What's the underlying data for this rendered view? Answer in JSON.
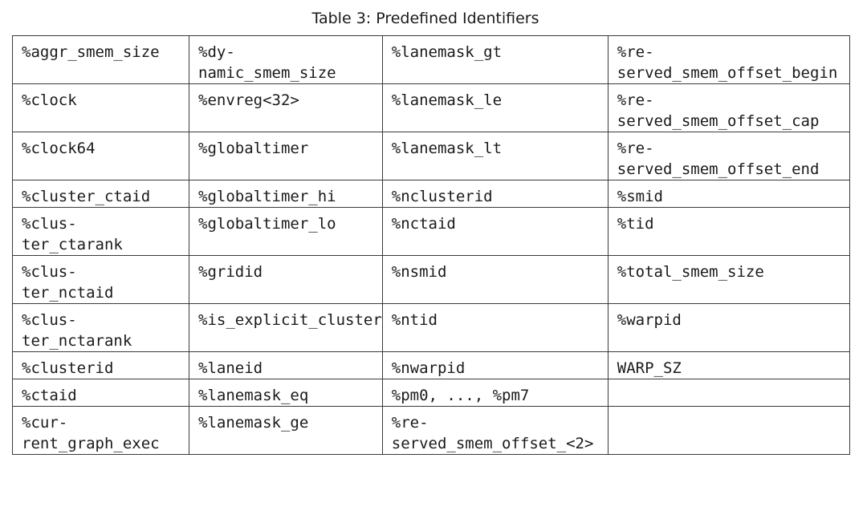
{
  "caption": "Table 3: Predefined Identifiers",
  "rows": [
    [
      "%aggr_smem_size",
      "%dy-\nnamic_smem_size",
      "%lanemask_gt",
      "%re-\nserved_smem_offset_begin"
    ],
    [
      "%clock",
      "%envreg<32>",
      "%lanemask_le",
      "%re-\nserved_smem_offset_cap"
    ],
    [
      "%clock64",
      "%globaltimer",
      "%lanemask_lt",
      "%re-\nserved_smem_offset_end"
    ],
    [
      "%cluster_ctaid",
      "%globaltimer_hi",
      "%nclusterid",
      "%smid"
    ],
    [
      "%clus-\nter_ctarank",
      "%globaltimer_lo",
      "%nctaid",
      "%tid"
    ],
    [
      "%clus-\nter_nctaid",
      "%gridid",
      "%nsmid",
      "%total_smem_size"
    ],
    [
      "%clus-\nter_nctarank",
      "%is_explicit_cluster",
      "%ntid",
      "%warpid"
    ],
    [
      "%clusterid",
      "%laneid",
      "%nwarpid",
      "WARP_SZ"
    ],
    [
      "%ctaid",
      "%lanemask_eq",
      "%pm0, ..., %pm7",
      ""
    ],
    [
      "%cur-\nrent_graph_exec",
      "%lanemask_ge",
      "%re-\nserved_smem_offset_<2>",
      ""
    ]
  ]
}
